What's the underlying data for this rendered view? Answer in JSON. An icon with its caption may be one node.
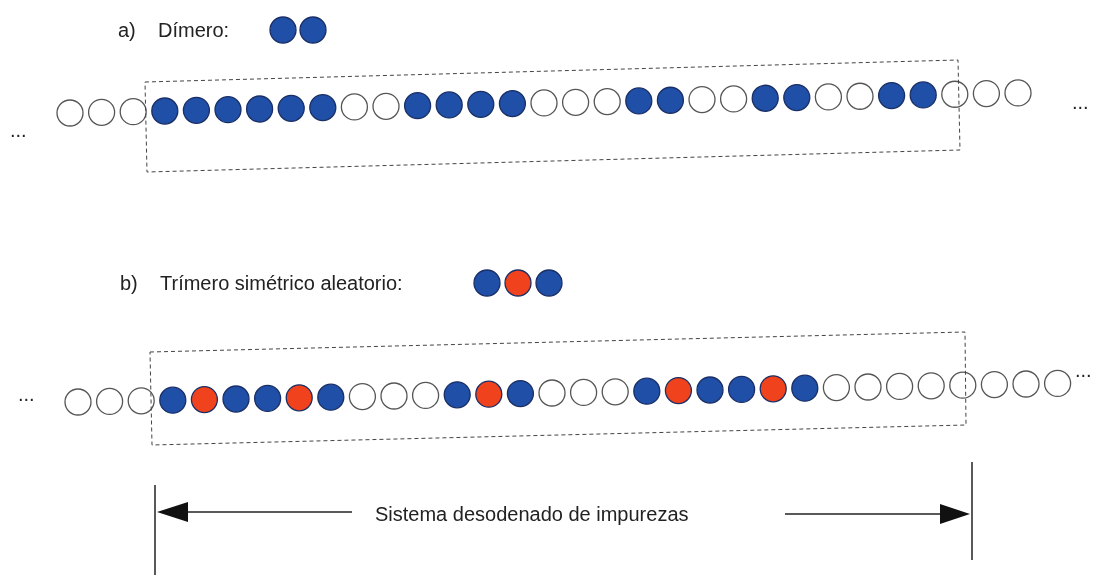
{
  "diagram": {
    "labels": [
      "a)",
      "Dímero:",
      "...",
      "...",
      "b)",
      "Trímero simétrico aleatorio:",
      "...",
      "...",
      "Sistema desodenado de impurezas"
    ]
  }
}
